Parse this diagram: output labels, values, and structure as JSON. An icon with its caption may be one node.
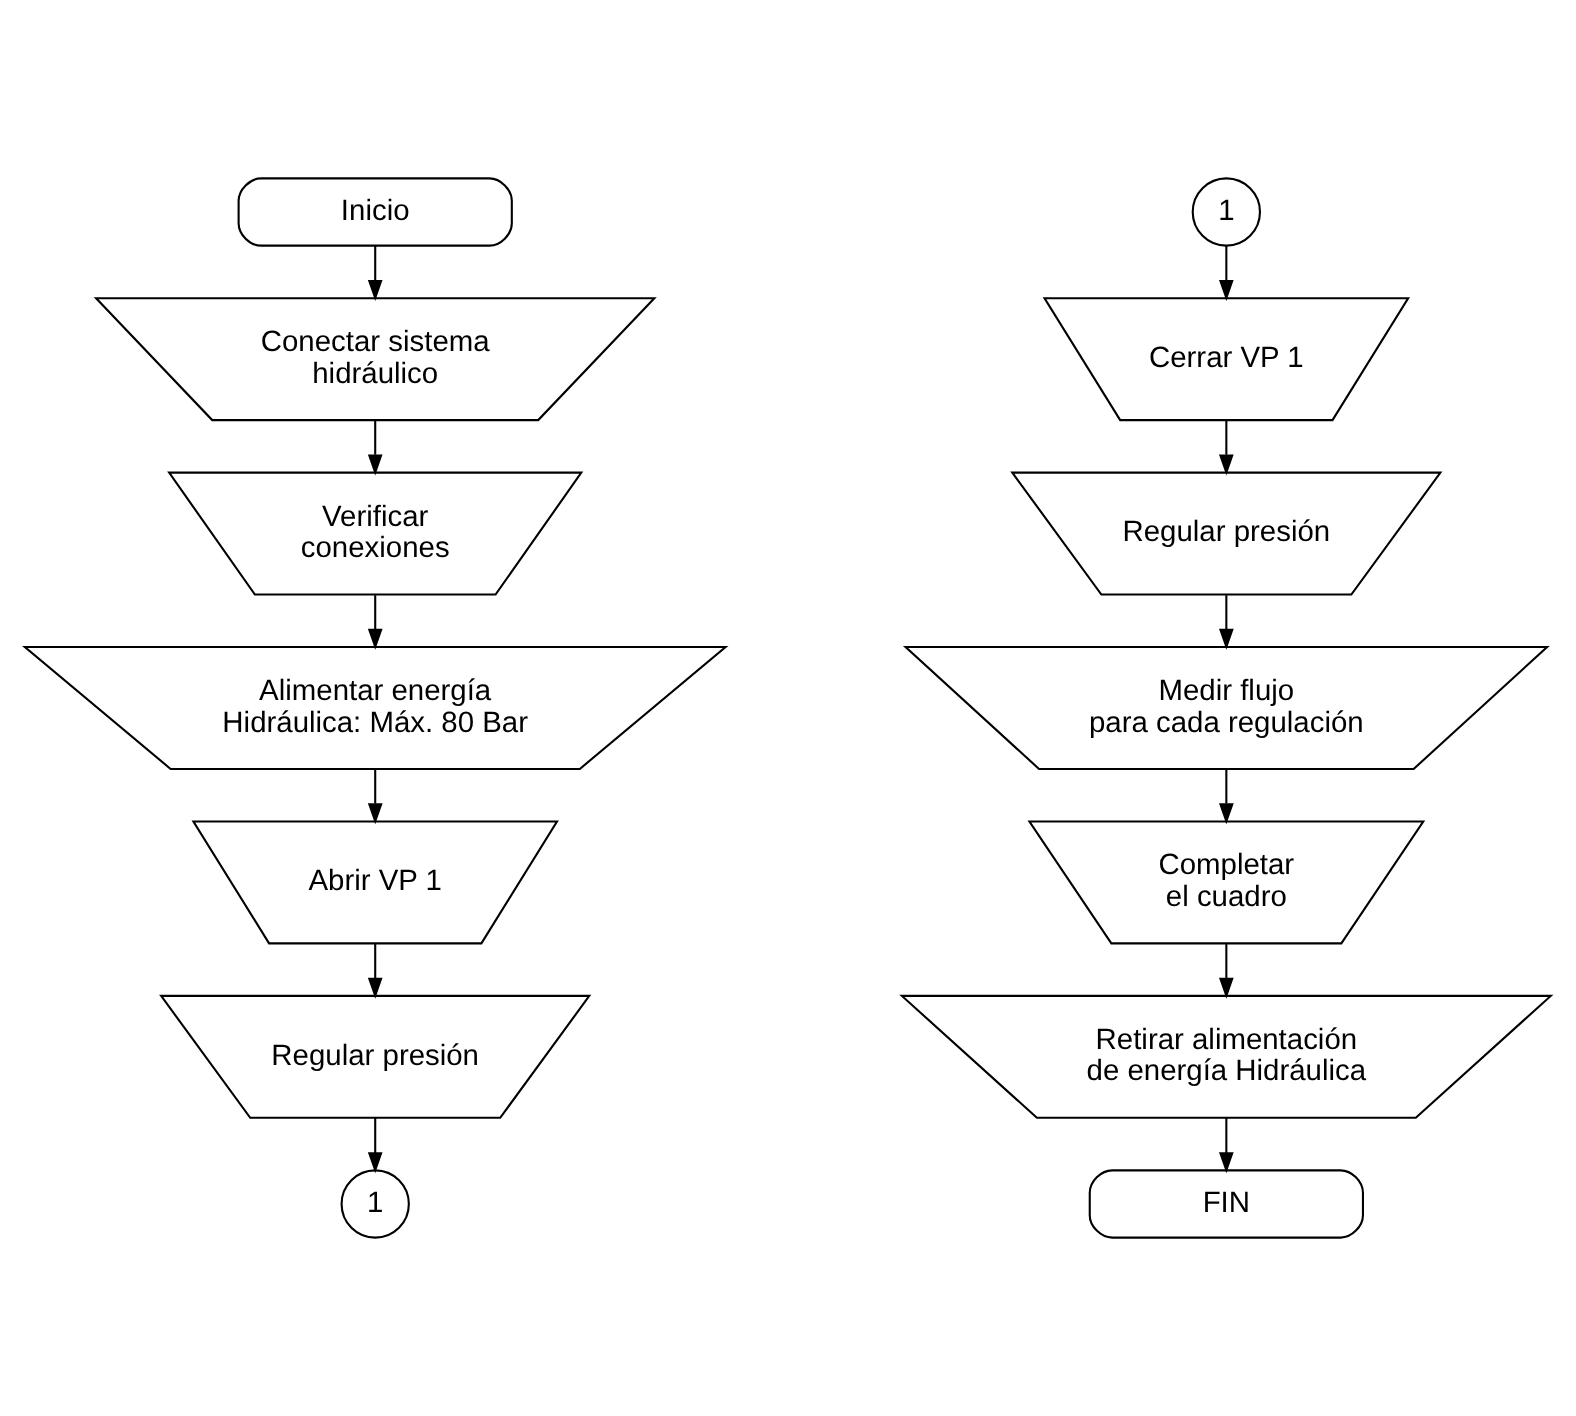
{
  "diagram": {
    "nodes": [
      {
        "text": [
          "Inicio"
        ]
      },
      {
        "text": [
          "Conectar sistema hidráulico"
        ]
      },
      {
        "text": [
          "Verificar conexiones"
        ]
      },
      {
        "text": [
          "Alimentar energía Hidráulica: Máx. 80 Bar"
        ]
      },
      {
        "text": [
          "Abrir VP 1"
        ]
      },
      {
        "text": [
          "Regular presión"
        ]
      },
      {
        "text": [
          "1"
        ]
      },
      {
        "text": [
          "1"
        ]
      },
      {
        "text": [
          "Cerrar VP 1"
        ]
      },
      {
        "text": [
          "Regular presión"
        ]
      },
      {
        "text": [
          "Medir flujo para cada regulación"
        ]
      },
      {
        "text": [
          "Completar el cuadro"
        ]
      },
      {
        "text": [
          "Retirar alimentación de energía Hidráulica"
        ]
      },
      {
        "text": [
          "FIN"
        ]
      }
    ],
    "edges": [
      {
        "from": 0,
        "to": 1,
        "arrow": "to"
      },
      {
        "from": 1,
        "to": 2,
        "arrow": "to"
      },
      {
        "from": 2,
        "to": 3,
        "arrow": "to"
      },
      {
        "from": 3,
        "to": 4,
        "arrow": "to"
      },
      {
        "from": 4,
        "to": 5,
        "arrow": "to"
      },
      {
        "from": 5,
        "to": 6,
        "arrow": "to"
      },
      {
        "from": 7,
        "to": 8,
        "arrow": "to"
      },
      {
        "from": 8,
        "to": 9,
        "arrow": "to"
      },
      {
        "from": 9,
        "to": 10,
        "arrow": "to"
      },
      {
        "from": 10,
        "to": 11,
        "arrow": "to"
      },
      {
        "from": 11,
        "to": 12,
        "arrow": "to"
      },
      {
        "from": 12,
        "to": 13,
        "arrow": "to"
      }
    ]
  }
}
